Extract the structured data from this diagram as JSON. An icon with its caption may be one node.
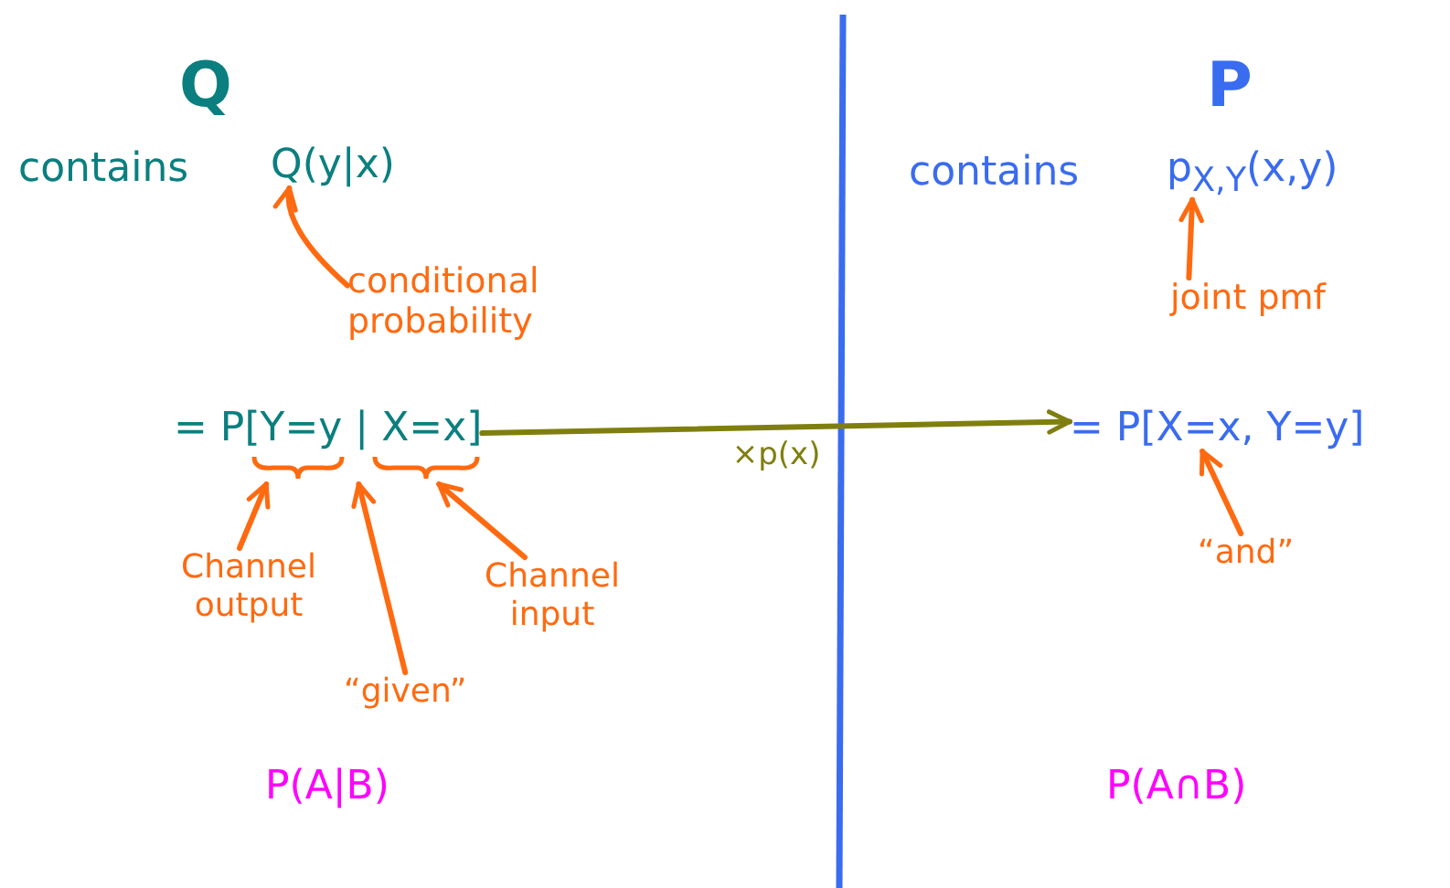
{
  "diagram": {
    "nodes": [
      {
        "text": [
          "Q(y|x)"
        ]
      },
      {
        "text": [
          "conditional probability"
        ]
      },
      {
        "text": [
          "= P[Y=y | X=x]"
        ]
      },
      {
        "text": [
          "Channel output"
        ]
      },
      {
        "text": [
          "Channel input"
        ]
      },
      {
        "text": [
          "“given”"
        ]
      },
      {
        "text": [
          "p$_{X,Y}$(x,y)"
        ]
      },
      {
        "text": [
          "joint pmf"
        ]
      },
      {
        "text": [
          "= P[X=x, Y=y]"
        ]
      },
      {
        "text": [
          "“and”"
        ]
      }
    ],
    "edges": [
      {
        "from": 1,
        "to": 0,
        "arrow": "to"
      },
      {
        "from": 3,
        "to": 2,
        "arrow": "to"
      },
      {
        "from": 5,
        "to": 2,
        "arrow": "to"
      },
      {
        "from": 4,
        "to": 2,
        "arrow": "to"
      },
      {
        "from": 2,
        "to": 8,
        "arrow": "to",
        "label": "×p(x)",
        "color": "#7f7f10"
      },
      {
        "from": 7,
        "to": 6,
        "arrow": "to"
      },
      {
        "from": 9,
        "to": 8,
        "arrow": "to"
      }
    ],
    "labels": [
      "Q",
      "contains",
      "P(A|B)",
      "P",
      "contains",
      "P(A∩B)"
    ]
  }
}
